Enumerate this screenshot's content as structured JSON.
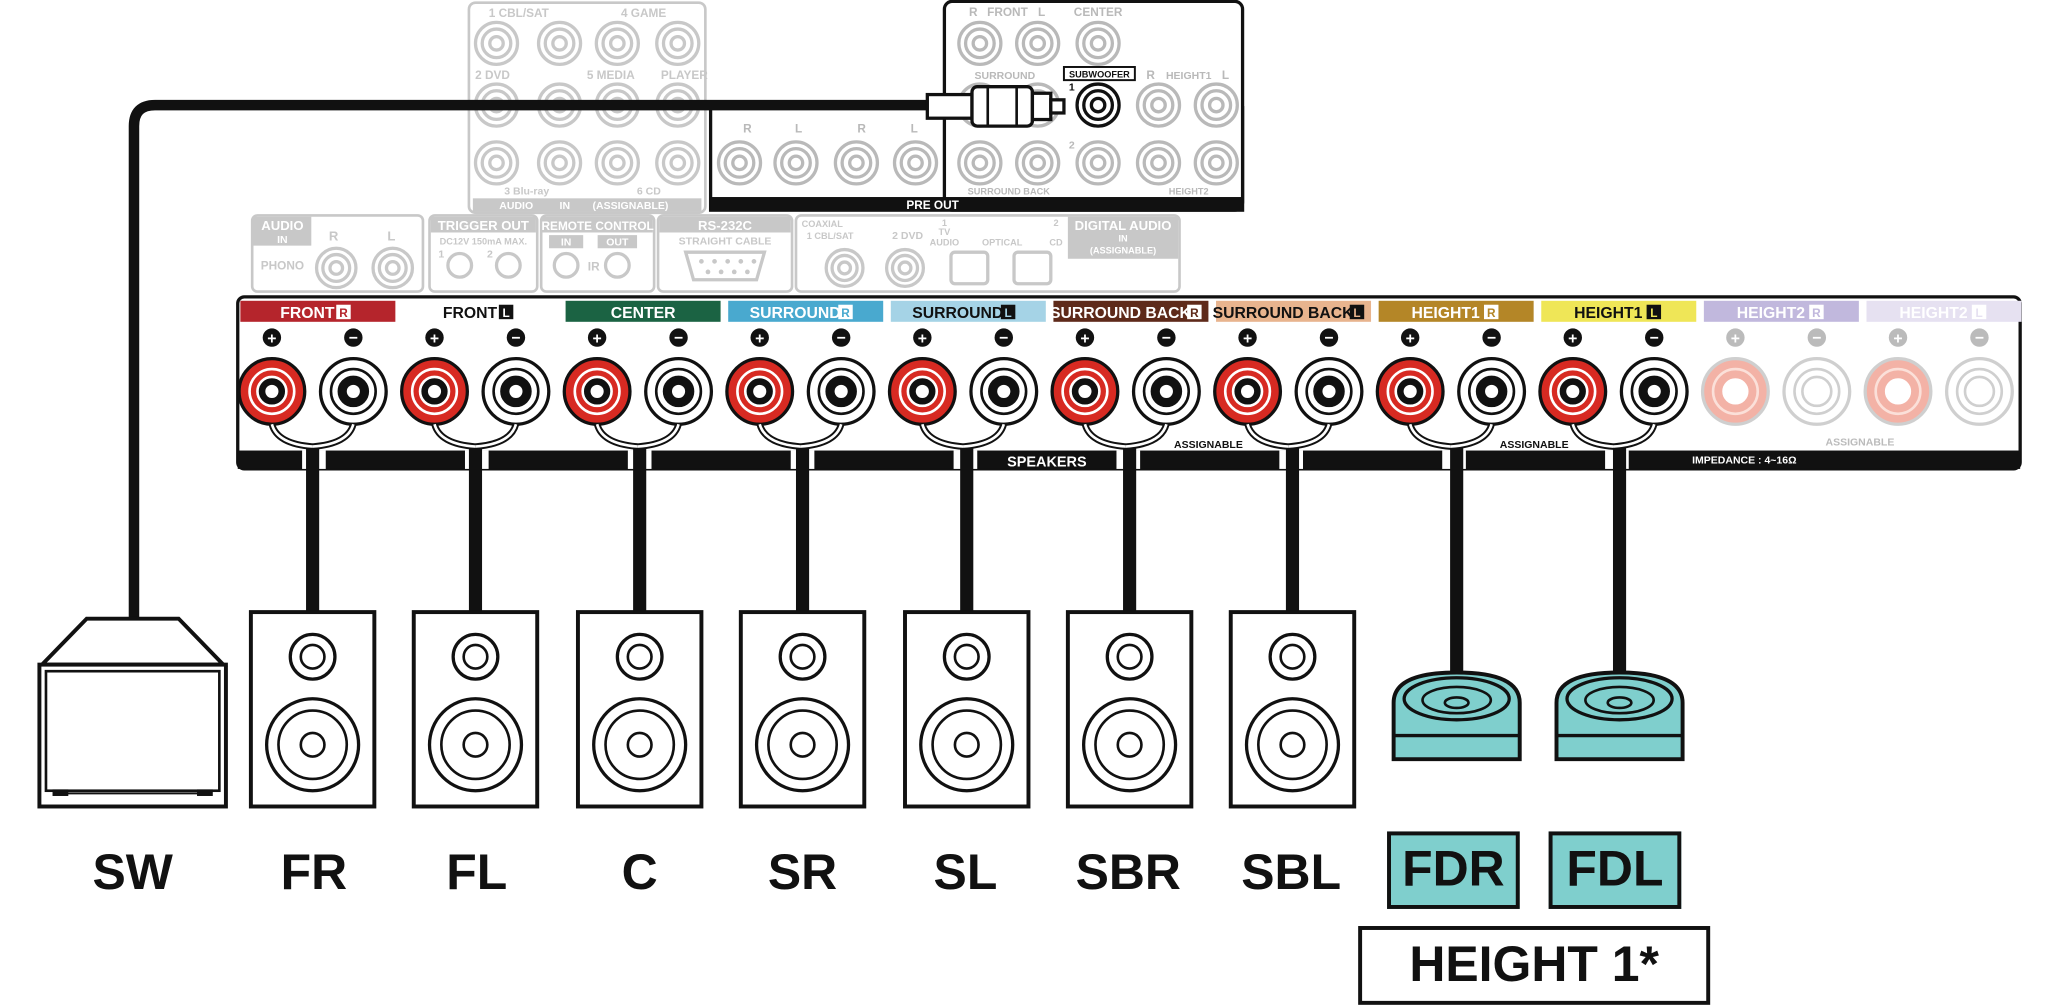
{
  "receiver": {
    "pre_out": {
      "title": "PRE OUT",
      "front_label": "FRONT",
      "center_label": "CENTER",
      "surround_label": "SURROUND",
      "surround_back_label": "SURROUND BACK",
      "subwoofer_label": "SUBWOOFER",
      "sub1": "1",
      "sub2": "2",
      "height1_label": "HEIGHT1",
      "height2_label": "HEIGHT2",
      "r": "R",
      "l": "L"
    },
    "audio_in": {
      "cbl_sat": "1 CBL/SAT",
      "game": "4 GAME",
      "dvd": "2 DVD",
      "media": "5 MEDIA",
      "player": "PLAYER",
      "bluray": "3 Blu-ray",
      "cd": "6 CD",
      "audio": "AUDIO",
      "in": "IN",
      "assignable": "(ASSIGNABLE)"
    },
    "aux_panel": {
      "audio": "AUDIO",
      "in": "IN",
      "phono": "PHONO",
      "r": "R",
      "l": "L",
      "trigger_out": "TRIGGER OUT",
      "trigger_spec": "DC12V 150mA MAX.",
      "t1": "1",
      "t2": "2",
      "remote_control": "REMOTE CONTROL",
      "rc_in": "IN",
      "rc_out": "OUT",
      "ir": "IR",
      "rs232c": "RS-232C",
      "straight_cable": "STRAIGHT CABLE",
      "coaxial": "COAXIAL",
      "coax_cbl": "1 CBL/SAT",
      "coax_dvd": "2 DVD",
      "opt_1": "1",
      "opt_tv": "TV",
      "opt_audio": "AUDIO",
      "optical": "OPTICAL",
      "opt_2": "2",
      "opt_cd": "CD",
      "digital_audio": "DIGITAL AUDIO",
      "dig_in": "IN",
      "dig_assignable": "(ASSIGNABLE)"
    },
    "speakers_panel": {
      "speakers_label": "SPEAKERS",
      "assignable": "ASSIGNABLE",
      "impedance": "IMPEDANCE : 4~16Ω",
      "channels": [
        {
          "name": "FRONT",
          "side": "R",
          "color": "#b5252c",
          "text_color": "#ffffff",
          "active": true
        },
        {
          "name": "FRONT",
          "side": "L",
          "color": "#ffffff",
          "text_color": "#111111",
          "active": true
        },
        {
          "name": "CENTER",
          "side": "",
          "color": "#1b6343",
          "text_color": "#ffffff",
          "active": true
        },
        {
          "name": "SURROUND",
          "side": "R",
          "color": "#49a9cf",
          "text_color": "#ffffff",
          "active": true
        },
        {
          "name": "SURROUND",
          "side": "L",
          "color": "#a5d3e6",
          "text_color": "#111111",
          "active": true
        },
        {
          "name": "SURROUND BACK",
          "side": "R",
          "color": "#5e2a1a",
          "text_color": "#ffffff",
          "active": true
        },
        {
          "name": "SURROUND BACK",
          "side": "L",
          "color": "#e8b48e",
          "text_color": "#111111",
          "active": true
        },
        {
          "name": "HEIGHT1",
          "side": "R",
          "color": "#b48627",
          "text_color": "#ffffff",
          "active": true
        },
        {
          "name": "HEIGHT1",
          "side": "L",
          "color": "#efe657",
          "text_color": "#111111",
          "active": true
        },
        {
          "name": "HEIGHT2",
          "side": "R",
          "color": "#c1b8dd",
          "text_color": "#ffffff",
          "active": false
        },
        {
          "name": "HEIGHT2",
          "side": "L",
          "color": "#e6e1f1",
          "text_color": "#ffffff",
          "active": false
        }
      ]
    }
  },
  "speakers": [
    {
      "label": "SW",
      "type": "subwoofer"
    },
    {
      "label": "FR",
      "type": "floor"
    },
    {
      "label": "FL",
      "type": "floor"
    },
    {
      "label": "C",
      "type": "floor"
    },
    {
      "label": "SR",
      "type": "floor"
    },
    {
      "label": "SL",
      "type": "floor"
    },
    {
      "label": "SBR",
      "type": "floor"
    },
    {
      "label": "SBL",
      "type": "floor"
    },
    {
      "label": "FDR",
      "type": "dolby"
    },
    {
      "label": "FDL",
      "type": "dolby"
    }
  ],
  "height_note": "HEIGHT 1*",
  "colors": {
    "positive_terminal": "#d72a22",
    "negative_terminal": "#ffffff",
    "dolby_speaker": "#7fcfcd",
    "faded_outline": "#c8c8c8",
    "pre_out_faded_rca": "#b9b9b9"
  }
}
